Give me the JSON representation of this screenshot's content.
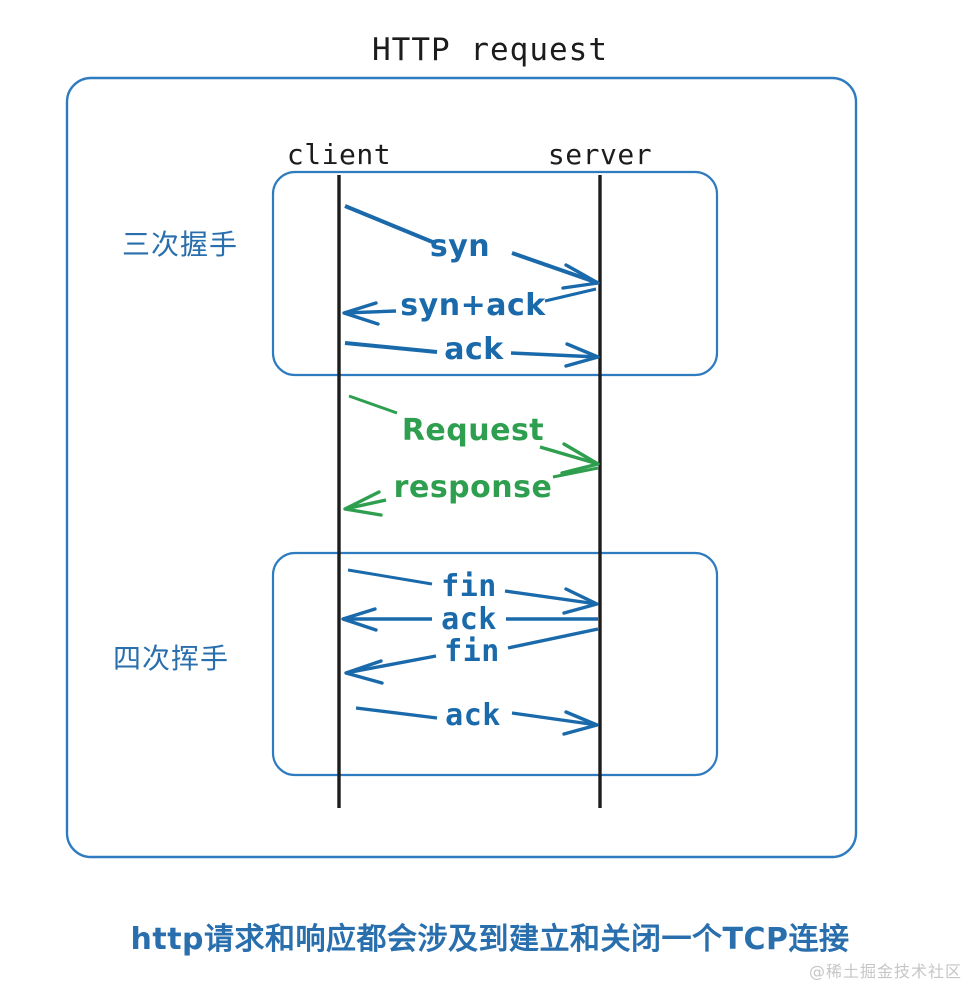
{
  "colors": {
    "blue": "#1a6aab",
    "box_border_blue": "#2e7cbf",
    "green": "#2e9e4f",
    "lifeline_black": "#1c1c1c",
    "title_text": "#1c1c1c",
    "caption_blue": "#2a6fad",
    "watermark_gray": "#c6c6c6",
    "background": "#ffffff"
  },
  "diagram": {
    "title": "HTTP request",
    "lifelines": [
      {
        "name": "client",
        "label": "client"
      },
      {
        "name": "server",
        "label": "server"
      }
    ],
    "phases": [
      {
        "name": "three-way-handshake",
        "label": "三次握手"
      },
      {
        "name": "four-way-teardown",
        "label": "四次挥手"
      }
    ],
    "messages": [
      {
        "id": "syn",
        "label": "syn",
        "from": "client",
        "to": "server",
        "color": "blue",
        "phase": "three-way-handshake"
      },
      {
        "id": "syn-ack",
        "label": "syn+ack",
        "from": "server",
        "to": "client",
        "color": "blue",
        "phase": "three-way-handshake"
      },
      {
        "id": "ack1",
        "label": "ack",
        "from": "client",
        "to": "server",
        "color": "blue",
        "phase": "three-way-handshake"
      },
      {
        "id": "request",
        "label": "Request",
        "from": "client",
        "to": "server",
        "color": "green",
        "phase": "http-exchange"
      },
      {
        "id": "response",
        "label": "response",
        "from": "server",
        "to": "client",
        "color": "green",
        "phase": "http-exchange"
      },
      {
        "id": "fin1",
        "label": "fin",
        "from": "client",
        "to": "server",
        "color": "blue",
        "phase": "four-way-teardown"
      },
      {
        "id": "ack2",
        "label": "ack",
        "from": "server",
        "to": "client",
        "color": "blue",
        "phase": "four-way-teardown"
      },
      {
        "id": "fin2",
        "label": "fin",
        "from": "server",
        "to": "client",
        "color": "blue",
        "phase": "four-way-teardown"
      },
      {
        "id": "ack3",
        "label": "ack",
        "from": "client",
        "to": "server",
        "color": "blue",
        "phase": "four-way-teardown"
      }
    ]
  },
  "caption": "http请求和响应都会涉及到建立和关闭一个TCP连接",
  "watermark": "@稀土掘金技术社区"
}
